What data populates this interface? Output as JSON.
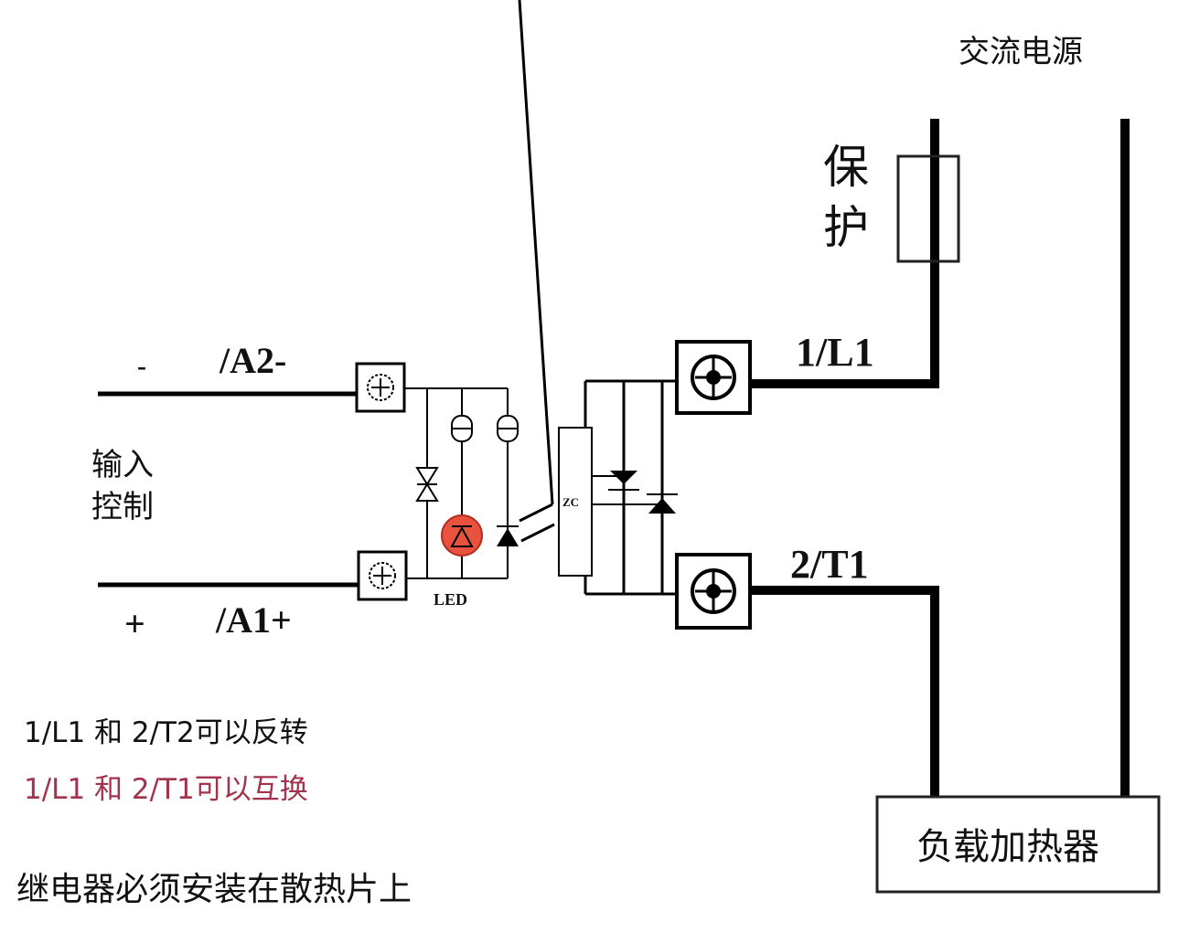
{
  "labels": {
    "ac_power": "交流电源",
    "protection_line1": "保",
    "protection_line2": "护",
    "input_control_line1": "输入",
    "input_control_line2": "控制",
    "minus_sign": "-",
    "plus_sign": "+",
    "terminal_a2": "/A2-",
    "terminal_a1": "/A1+",
    "terminal_l1": "1/L1",
    "terminal_t1": "2/T1",
    "led": "LED",
    "zero_cross": "ZC",
    "load": "负载加热器"
  },
  "notes": {
    "reverse": "1/L1 和 2/T2可以反转",
    "interchange": "1/L1 和 2/T1可以互换",
    "heatsink": "继电器必须安装在散热片上"
  },
  "colors": {
    "line": "#000000",
    "led_fill": "#e8533f",
    "highlight_text": "#a3334d",
    "text": "#111111"
  }
}
